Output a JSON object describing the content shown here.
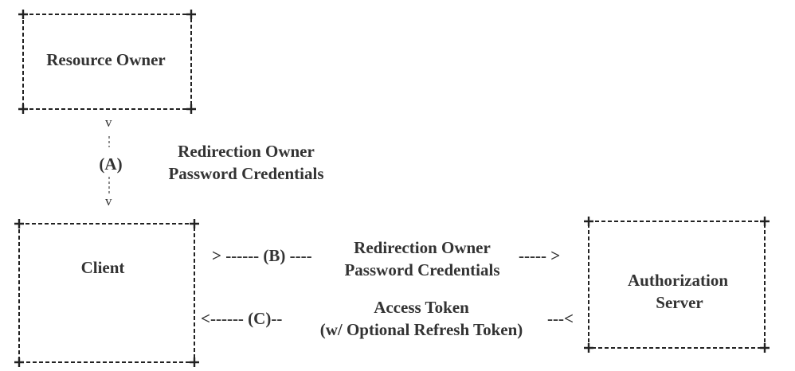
{
  "nodes": {
    "resource_owner": "Resource Owner",
    "client": "Client",
    "authorization_server_line1": "Authorization",
    "authorization_server_line2": "Server"
  },
  "flow_a": {
    "marker": "(A)",
    "head_top": "v",
    "head_bottom": "v",
    "desc_line1": "Redirection Owner",
    "desc_line2": "Password Credentials"
  },
  "flow_b": {
    "left": "> ------ (B) ----",
    "desc_line1": "Redirection Owner",
    "desc_line2": "Password Credentials",
    "right": "----- >"
  },
  "flow_c": {
    "left": "<------ (C)--",
    "desc_line1": "Access Token",
    "desc_line2": "(w/ Optional Refresh Token)",
    "right": "---<"
  },
  "colors": {
    "ink": "#333333",
    "background": "#ffffff"
  }
}
